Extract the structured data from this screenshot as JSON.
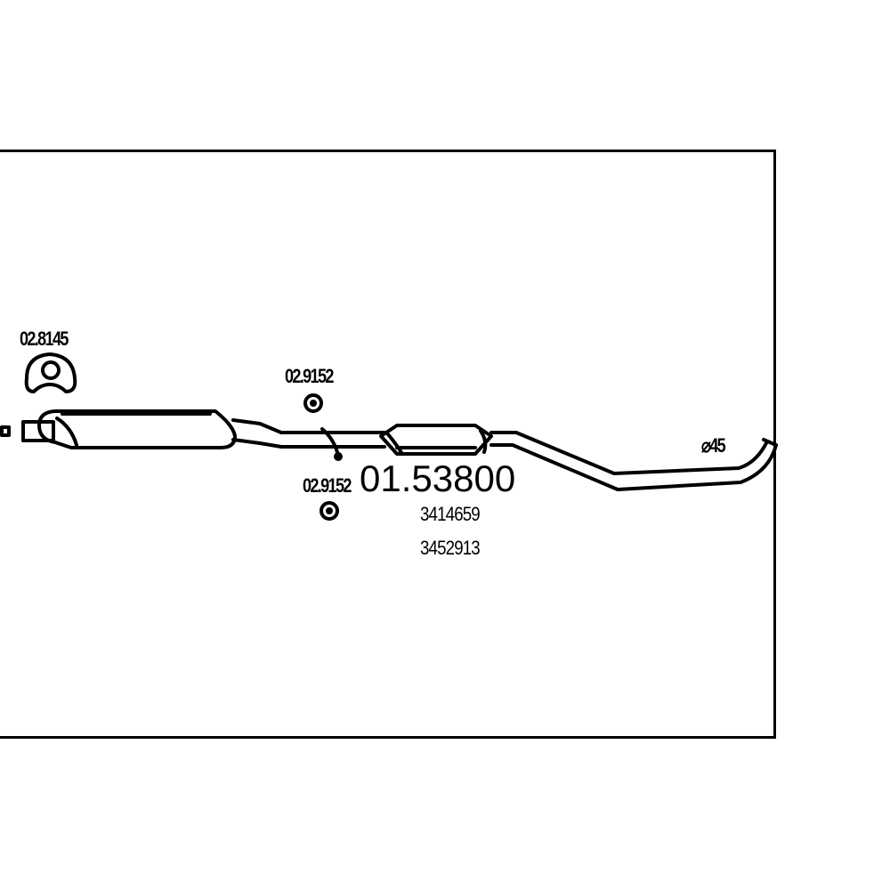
{
  "diagram": {
    "part_number": "01.53800",
    "reference_numbers": [
      "3414659",
      "3452913"
    ],
    "components": {
      "clamp_front": "02.8145",
      "hanger_upper": "02.9152",
      "hanger_lower": "02.9152"
    },
    "tail_diameter": "⌀45"
  },
  "colors": {
    "line": "#000000",
    "background": "#ffffff"
  }
}
